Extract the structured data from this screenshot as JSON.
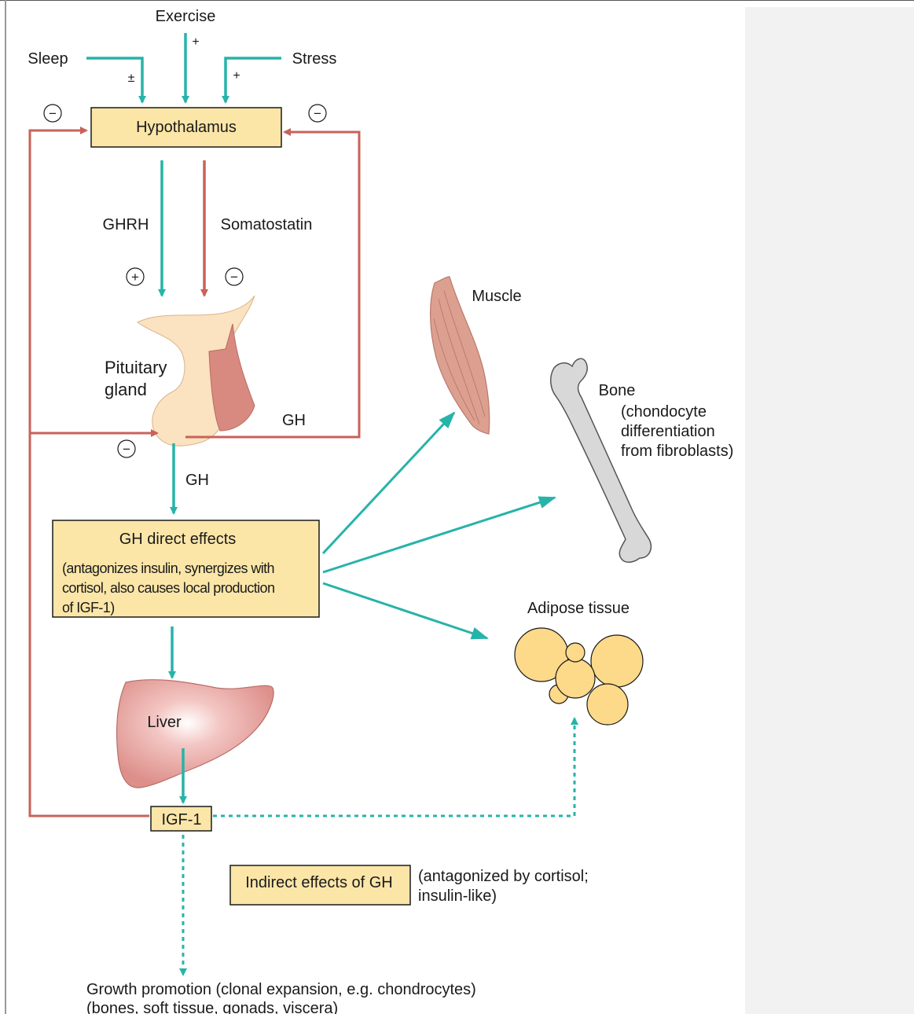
{
  "labels": {
    "exercise": "Exercise",
    "sleep": "Sleep",
    "stress": "Stress",
    "plus_exercise": "+",
    "plusminus_sleep": "±",
    "plus_stress": "+",
    "hypothalamus": "Hypothalamus",
    "ghrh": "GHRH",
    "somatostatin": "Somatostatin",
    "pituitary_line1": "Pituitary",
    "pituitary_line2": "gland",
    "gh_feedback": "GH",
    "gh_main": "GH",
    "muscle": "Muscle",
    "bone": "Bone",
    "bone_note_line1": "(chondocyte",
    "bone_note_line2": "differentiation",
    "bone_note_line3": "from fibroblasts)",
    "gh_direct_title": "GH direct effects",
    "gh_direct_line1": "(antagonizes insulin, synergizes with",
    "gh_direct_line2": "cortisol, also causes local production",
    "gh_direct_line3": "of IGF-1)",
    "adipose": "Adipose tissue",
    "liver": "Liver",
    "igf1": "IGF-1",
    "indirect_title": "Indirect effects of GH",
    "indirect_note_line1": "(antagonized by cortisol;",
    "indirect_note_line2": "insulin-like)",
    "growth_line1": "Growth promotion (clonal expansion, e.g. chondrocytes)",
    "growth_line2": "(bones, soft tissue, gonads, viscera)"
  },
  "signs": {
    "plus": "+",
    "minus": "−"
  },
  "colors": {
    "stimulate": "#27b3a9",
    "inhibit": "#c8625a",
    "box_fill": "#fbe6a8",
    "pituitary": "#fbe2c0",
    "pituitary_posterior": "#d98a80",
    "muscle": "#dca091",
    "bone": "#d8d8d8",
    "adipose": "#fdd98a",
    "liver": "#e9a5a0"
  }
}
